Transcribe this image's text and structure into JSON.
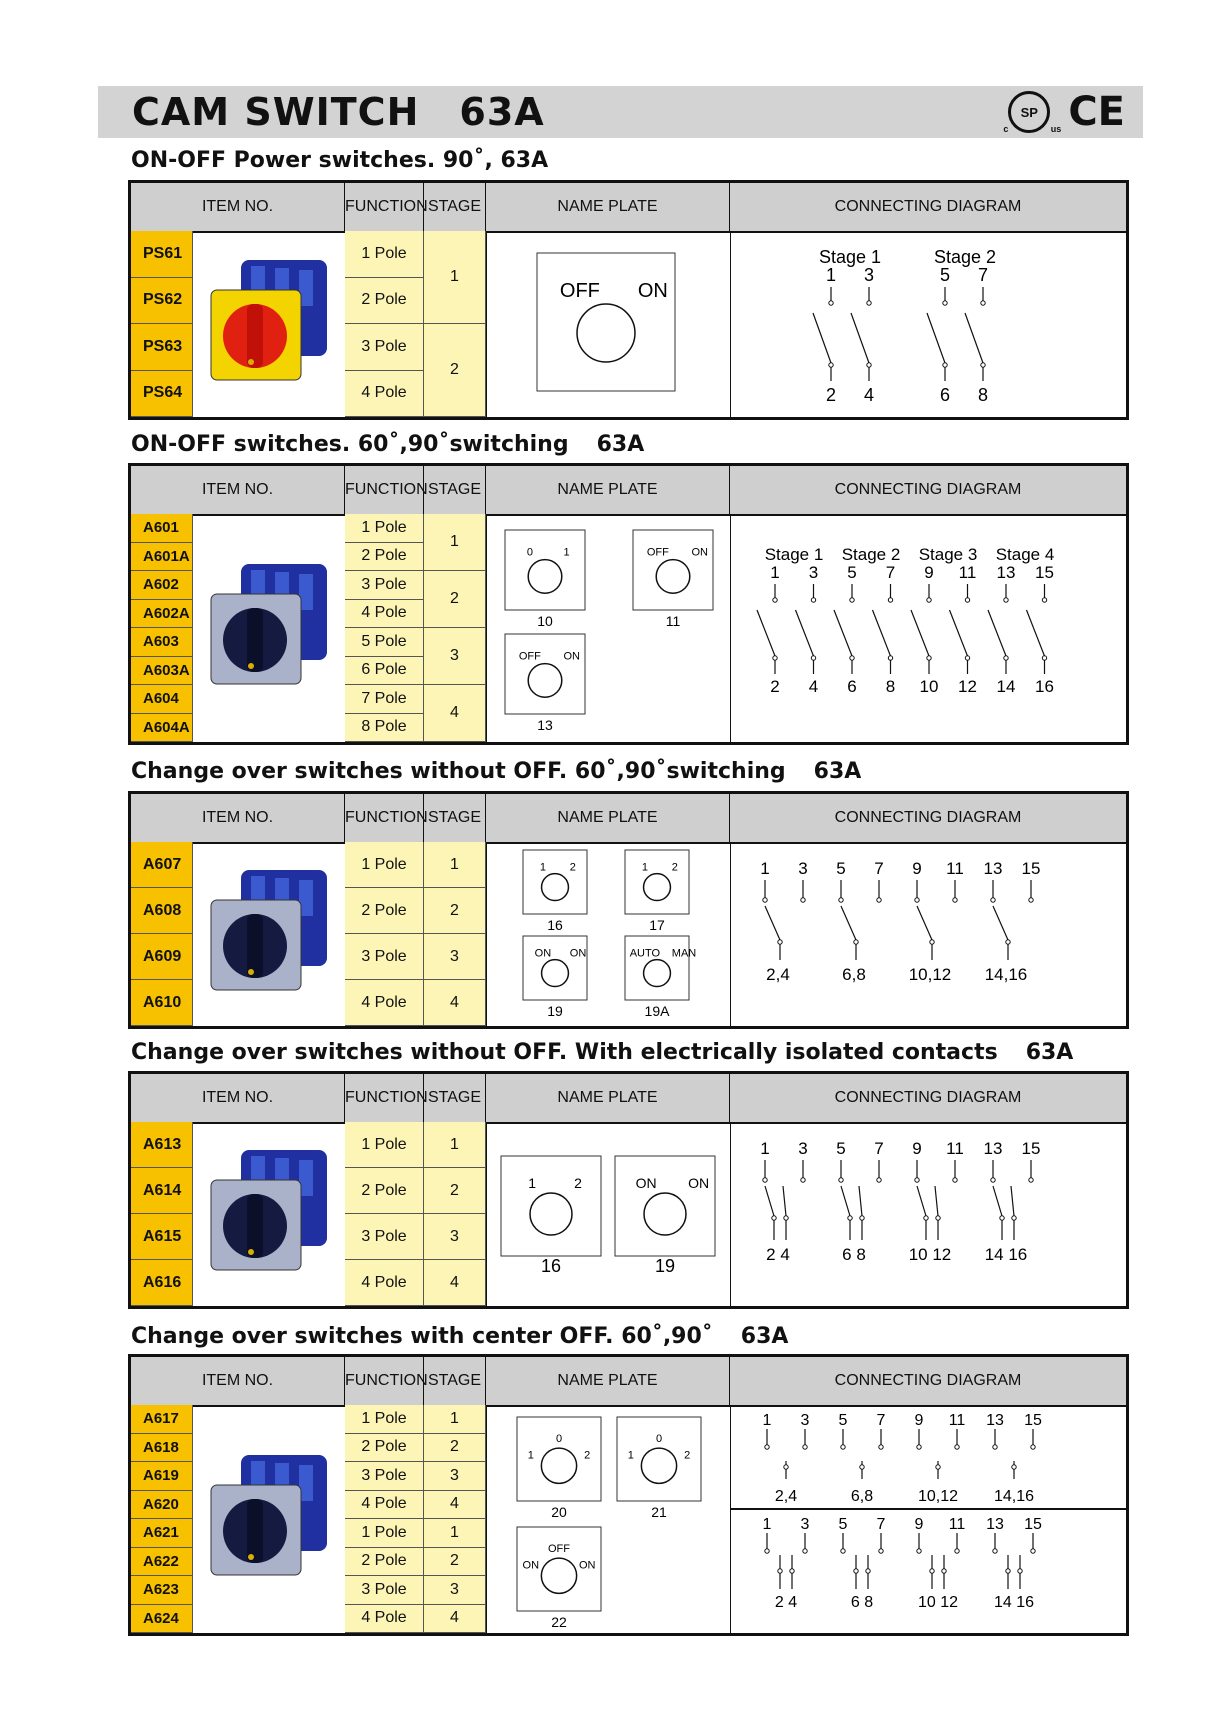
{
  "header": {
    "title": "CAM SWITCH",
    "amp": "63A",
    "csa_mark": "SP",
    "csa_c": "c",
    "csa_us": "us",
    "ce_mark": "CE"
  },
  "columns": {
    "item": "ITEM NO.",
    "function": "FUNCTION",
    "stage": "STAGE",
    "plate": "NAME PLATE",
    "diagram": "CONNECTING DIAGRAM"
  },
  "sections": [
    {
      "title": "ON-OFF Power switches. 90˚, 63A",
      "amp": "",
      "items": [
        "PS61",
        "PS62",
        "PS63",
        "PS64"
      ],
      "functions": [
        "1 Pole",
        "2 Pole",
        "3 Pole",
        "4 Pole"
      ],
      "stages": [
        "1",
        "2"
      ],
      "plates": [
        {
          "labels": [
            "OFF",
            "ON"
          ],
          "number": ""
        }
      ],
      "diagram": {
        "stages": [
          "Stage 1",
          "Stage 2"
        ],
        "top": [
          "1",
          "3",
          "5",
          "7"
        ],
        "bottom": [
          "2",
          "4",
          "6",
          "8"
        ]
      }
    },
    {
      "title": "ON-OFF switches. 60˚,90˚switching",
      "amp": "63A",
      "items": [
        "A601",
        "A601A",
        "A602",
        "A602A",
        "A603",
        "A603A",
        "A604",
        "A604A"
      ],
      "functions": [
        "1 Pole",
        "2 Pole",
        "3 Pole",
        "4 Pole",
        "5 Pole",
        "6 Pole",
        "7 Pole",
        "8 Pole"
      ],
      "stages": [
        "1",
        "2",
        "3",
        "4"
      ],
      "plates": [
        {
          "labels": [
            "0",
            "1"
          ],
          "number": "10"
        },
        {
          "labels": [
            "OFF",
            "ON"
          ],
          "number": "11"
        },
        {
          "labels": [
            "OFF",
            "ON"
          ],
          "number": "13"
        }
      ],
      "diagram": {
        "stages": [
          "Stage 1",
          "Stage 2",
          "Stage 3",
          "Stage 4"
        ],
        "top": [
          "1",
          "3",
          "5",
          "7",
          "9",
          "11",
          "13",
          "15"
        ],
        "bottom": [
          "2",
          "4",
          "6",
          "8",
          "10",
          "12",
          "14",
          "16"
        ]
      }
    },
    {
      "title": "Change over switches without OFF. 60˚,90˚switching",
      "amp": "63A",
      "items": [
        "A607",
        "A608",
        "A609",
        "A610"
      ],
      "functions": [
        "1 Pole",
        "2 Pole",
        "3 Pole",
        "4 Pole"
      ],
      "stages": [
        "1",
        "2",
        "3",
        "4"
      ],
      "plates": [
        {
          "labels": [
            "1",
            "2"
          ],
          "number": "16"
        },
        {
          "labels": [
            "1",
            "2"
          ],
          "number": "17"
        },
        {
          "labels": [
            "ON",
            "ON"
          ],
          "number": "19"
        },
        {
          "labels": [
            "AUTO",
            "MAN"
          ],
          "number": "19A"
        }
      ],
      "diagram": {
        "top": [
          "1",
          "3",
          "5",
          "7",
          "9",
          "11",
          "13",
          "15"
        ],
        "bottom": [
          "2,4",
          "6,8",
          "10,12",
          "14,16"
        ]
      }
    },
    {
      "title": "Change over switches without OFF. With electrically isolated contacts",
      "amp": "63A",
      "items": [
        "A613",
        "A614",
        "A615",
        "A616"
      ],
      "functions": [
        "1 Pole",
        "2 Pole",
        "3 Pole",
        "4 Pole"
      ],
      "stages": [
        "1",
        "2",
        "3",
        "4"
      ],
      "plates": [
        {
          "labels": [
            "1",
            "2"
          ],
          "number": "16"
        },
        {
          "labels": [
            "ON",
            "ON"
          ],
          "number": "19"
        }
      ],
      "diagram": {
        "top": [
          "1",
          "3",
          "5",
          "7",
          "9",
          "11",
          "13",
          "15"
        ],
        "bottom": [
          "2  4",
          "6  8",
          "10  12",
          "14  16"
        ]
      }
    },
    {
      "title": "Change over switches with center OFF. 60˚,90˚",
      "amp": "63A",
      "items": [
        "A617",
        "A618",
        "A619",
        "A620",
        "A621",
        "A622",
        "A623",
        "A624"
      ],
      "functions": [
        "1 Pole",
        "2 Pole",
        "3 Pole",
        "4 Pole",
        "1 Pole",
        "2 Pole",
        "3 Pole",
        "4 Pole"
      ],
      "stages": [
        "1",
        "2",
        "3",
        "4",
        "1",
        "2",
        "3",
        "4"
      ],
      "plates": [
        {
          "labels": [
            "1",
            "0",
            "2"
          ],
          "number": "20"
        },
        {
          "labels": [
            "1",
            "0",
            "2"
          ],
          "number": "21"
        },
        {
          "labels": [
            "ON",
            "OFF",
            "ON"
          ],
          "number": "22"
        }
      ],
      "diagram": {
        "top": [
          "1",
          "3",
          "5",
          "7",
          "9",
          "11",
          "13",
          "15"
        ],
        "bottom": [
          "2,4",
          "6,8",
          "10,12",
          "14,16"
        ],
        "top2": [
          "1",
          "3",
          "5",
          "7",
          "9",
          "11",
          "13",
          "15"
        ],
        "bottom2": [
          "2 4",
          "6 8",
          "10 12",
          "14 16"
        ]
      }
    }
  ]
}
